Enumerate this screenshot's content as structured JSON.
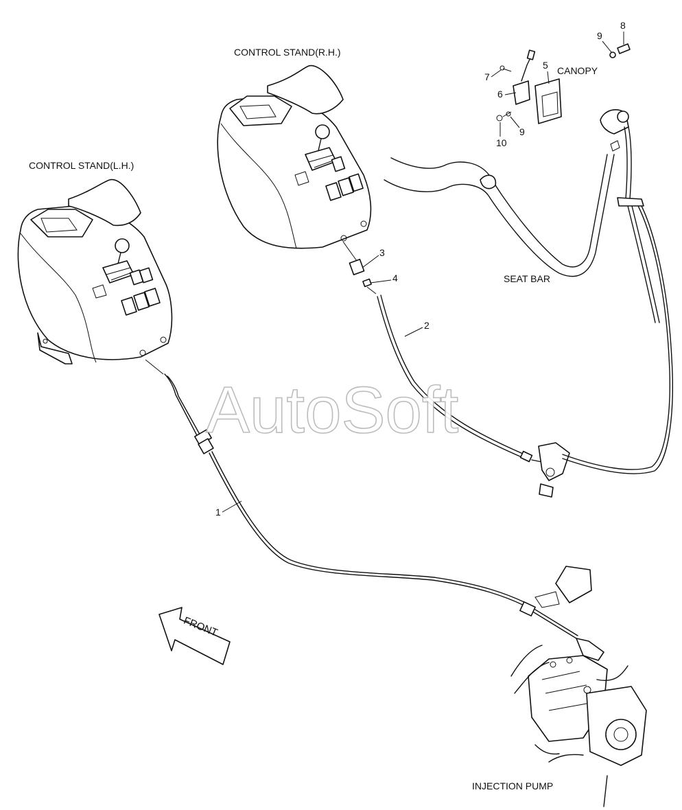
{
  "labels": {
    "control_stand_rh": "CONTROL STAND(R.H.)",
    "control_stand_lh": "CONTROL STAND(L.H.)",
    "canopy": "CANOPY",
    "seat_bar": "SEAT BAR",
    "injection_pump": "INJECTION PUMP",
    "front": "FRONT"
  },
  "watermark": "AutoSoft",
  "callouts": [
    "1",
    "2",
    "3",
    "4",
    "5",
    "6",
    "7",
    "8",
    "9",
    "9",
    "10"
  ]
}
